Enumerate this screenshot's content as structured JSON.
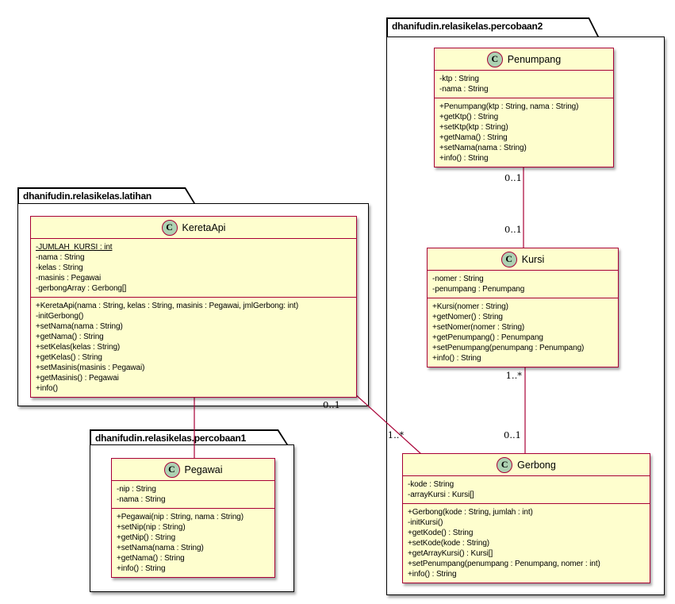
{
  "diagram_type": "uml-class-diagram",
  "class_icon_letter": "C",
  "packages": {
    "latihan": {
      "title": "dhanifudin.relasikelas.latihan"
    },
    "percobaan1": {
      "title": "dhanifudin.relasikelas.percobaan1"
    },
    "percobaan2": {
      "title": "dhanifudin.relasikelas.percobaan2"
    }
  },
  "classes": {
    "penumpang": {
      "name": "Penumpang",
      "attributes": [
        "-ktp : String",
        "-nama : String"
      ],
      "methods": [
        "+Penumpang(ktp : String, nama : String)",
        "+getKtp() : String",
        "+setKtp(ktp : String)",
        "+getNama() : String",
        "+setNama(nama : String)",
        "+info() : String"
      ]
    },
    "kursi": {
      "name": "Kursi",
      "attributes": [
        "-nomer : String",
        "-penumpang : Penumpang"
      ],
      "methods": [
        "+Kursi(nomer : String)",
        "+getNomer() : String",
        "+setNomer(nomer : String)",
        "+getPenumpang() : Penumpang",
        "+setPenumpang(penumpang : Penumpang)",
        "+info() : String"
      ]
    },
    "gerbong": {
      "name": "Gerbong",
      "attributes": [
        "-kode : String",
        "-arrayKursi : Kursi[]"
      ],
      "methods": [
        "+Gerbong(kode : String, jumlah : int)",
        "-initKursi()",
        "+getKode() : String",
        "+setKode(kode : String)",
        "+getArrayKursi() : Kursi[]",
        "+setPenumpang(penumpang : Penumpang, nomer : int)",
        "+info() : String"
      ]
    },
    "keretaapi": {
      "name": "KeretaApi",
      "static_attribute": "-JUMLAH_KURSI : int",
      "attributes": [
        "-nama : String",
        "-kelas : String",
        "-masinis : Pegawai",
        "-gerbongArray : Gerbong[]"
      ],
      "methods": [
        "+KeretaApi(nama : String, kelas : String, masinis : Pegawai, jmlGerbong: int)",
        "-initGerbong()",
        "+setNama(nama : String)",
        "+getNama() : String",
        "+setKelas(kelas : String)",
        "+getKelas() : String",
        "+setMasinis(masinis : Pegawai)",
        "+getMasinis() : Pegawai",
        "+info()"
      ]
    },
    "pegawai": {
      "name": "Pegawai",
      "attributes": [
        "-nip : String",
        "-nama : String"
      ],
      "methods": [
        "+Pegawai(nip : String, nama : String)",
        "+setNip(nip : String)",
        "+getNip() : String",
        "+setNama(nama : String)",
        "+getNama() : String",
        "+info() : String"
      ]
    }
  },
  "relations": {
    "penumpang_kursi": {
      "near_penumpang": "0..1",
      "near_kursi": "0..1"
    },
    "kursi_gerbong": {
      "near_kursi": "1..*",
      "near_gerbong": "0..1"
    },
    "keretaapi_gerbong": {
      "near_keretaapi": "0..1",
      "near_gerbong": "1..*"
    },
    "keretaapi_pegawai": {}
  },
  "colors": {
    "class_fill": "#FEFECE",
    "class_border": "#A80036",
    "icon_fill": "#ADD1B2",
    "relation_line": "#A80036",
    "package_border": "#000000",
    "background": "#FFFFFF"
  }
}
